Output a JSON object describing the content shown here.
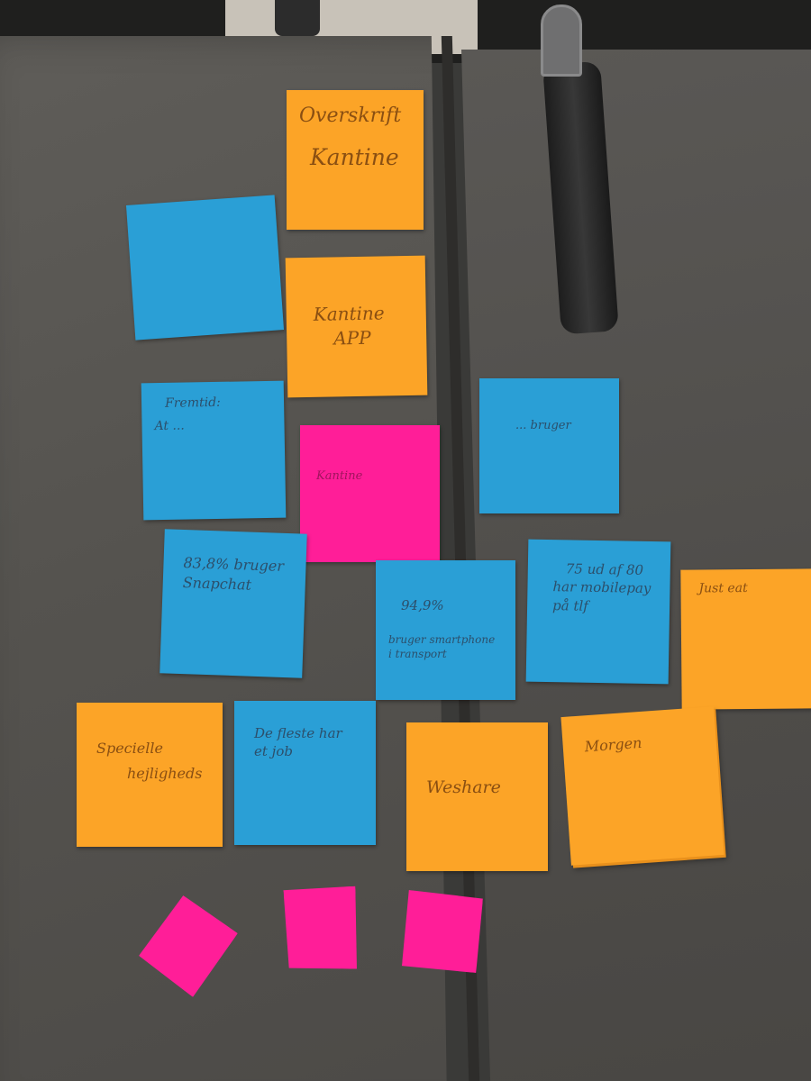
{
  "notes": [
    {
      "id": "overskrift-kantine",
      "color": "orange",
      "lines": [
        "Overskrift",
        "Kantine"
      ]
    },
    {
      "id": "blank-blue-1",
      "color": "blue",
      "lines": []
    },
    {
      "id": "kantine-app",
      "color": "orange",
      "lines": [
        "Kantine",
        "APP"
      ]
    },
    {
      "id": "fremtid",
      "color": "blue",
      "lines": [
        "Fremtid:",
        "At ..."
      ]
    },
    {
      "id": "kantine-pink",
      "color": "pink",
      "lines": [
        "Kantine"
      ]
    },
    {
      "id": "brugere-blue",
      "color": "blue",
      "lines": [
        "... bruger"
      ]
    },
    {
      "id": "snapchat",
      "color": "blue",
      "lines": [
        "83,8% bruger",
        "Snapchat"
      ]
    },
    {
      "id": "smartphone",
      "color": "blue",
      "lines": [
        "94,9%",
        "bruger smartphone",
        "i transport"
      ]
    },
    {
      "id": "mobilepay",
      "color": "blue",
      "lines": [
        "75 ud af 80",
        "har mobilepay",
        "på tlf"
      ]
    },
    {
      "id": "just-eat",
      "color": "orange",
      "lines": [
        "Just eat"
      ]
    },
    {
      "id": "specielle",
      "color": "orange",
      "lines": [
        "Specielle",
        "hejligheds"
      ]
    },
    {
      "id": "de-fleste",
      "color": "blue",
      "lines": [
        "De fleste har",
        "et job"
      ]
    },
    {
      "id": "weshare",
      "color": "orange",
      "lines": [
        "Weshare"
      ]
    },
    {
      "id": "morgen",
      "color": "orange",
      "lines": [
        "Morgen"
      ]
    }
  ],
  "scraps": [
    "pink-scrap-1",
    "pink-scrap-2",
    "pink-scrap-3"
  ],
  "colors": {
    "orange": "#fca427",
    "blue": "#2a9fd6",
    "pink": "#ff1e98",
    "table": "#55534f"
  }
}
